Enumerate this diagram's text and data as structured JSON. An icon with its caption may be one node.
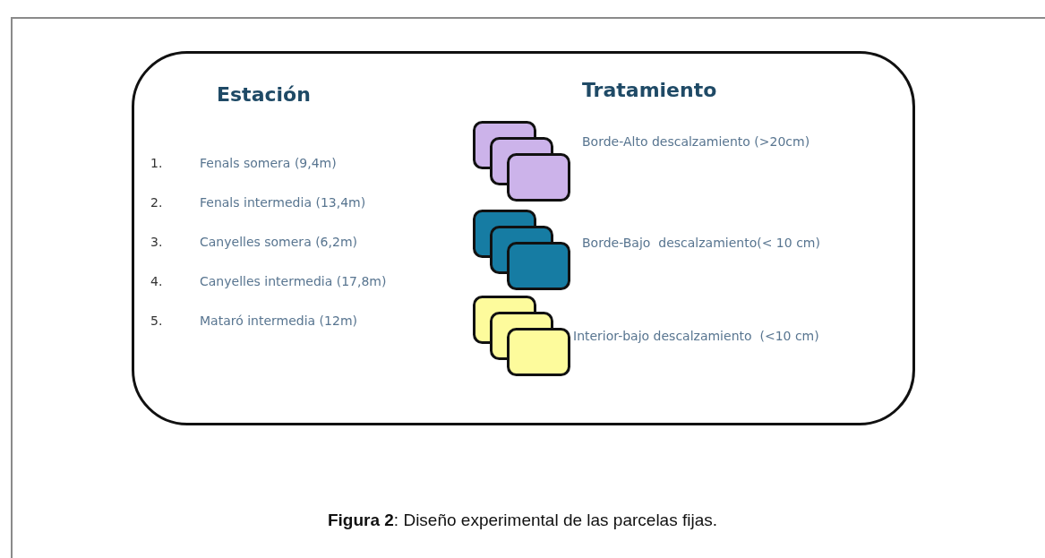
{
  "diagram": {
    "caption": "**Figura 2**: Diseño experimental de las parcelas fijas.",
    "nodes": [
      {
        "text": [
          "Estación",
          "Tratamiento"
        ]
      }
    ],
    "labels": [
      "1.",
      "Fenals somera (9,4m)",
      "2.",
      "Fenals intermedia (13,4m)",
      "3.",
      "Canyelles somera (6,2m)",
      "4.",
      "Canyelles intermedia (17,8m)",
      "5.",
      "Mataró intermedia (12m)"
    ],
    "legend": [
      {
        "text": "Borde-Alto descalzamiento (>20cm)",
        "color": "#ccb3ea"
      },
      {
        "text": "Borde-Bajo  descalzamiento(< 10 cm)",
        "color": "#167ca3"
      },
      {
        "text": "Interior-bajo descalzamiento  (<10 cm)",
        "color": "#fdfb9c"
      }
    ]
  }
}
